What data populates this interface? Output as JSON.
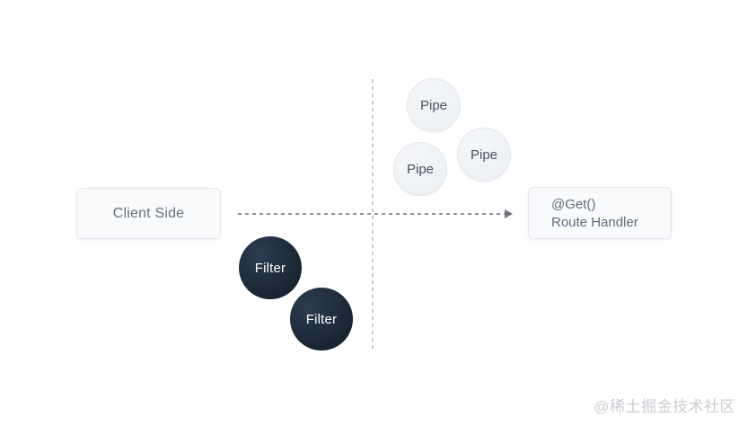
{
  "nodes": {
    "client": {
      "label": "Client Side"
    },
    "route_handler": {
      "decorator": "@Get()",
      "label": "Route Handler"
    },
    "pipes": [
      {
        "label": "Pipe"
      },
      {
        "label": "Pipe"
      },
      {
        "label": "Pipe"
      }
    ],
    "filters": [
      {
        "label": "Filter"
      },
      {
        "label": "Filter"
      }
    ]
  },
  "colors": {
    "box_bg": "#f8fafb",
    "box_border": "#e6eaee",
    "box_text": "#66717f",
    "pipe_bg": "#eff2f5",
    "pipe_text": "#47525f",
    "filter_bg": "#1d2c3c",
    "filter_text": "#ffffff",
    "arrow_dash": "#8d939b",
    "divider_dash": "#c7cbd1",
    "watermark_text": "#c9cdd2"
  },
  "watermark": "@稀土掘金技术社区"
}
